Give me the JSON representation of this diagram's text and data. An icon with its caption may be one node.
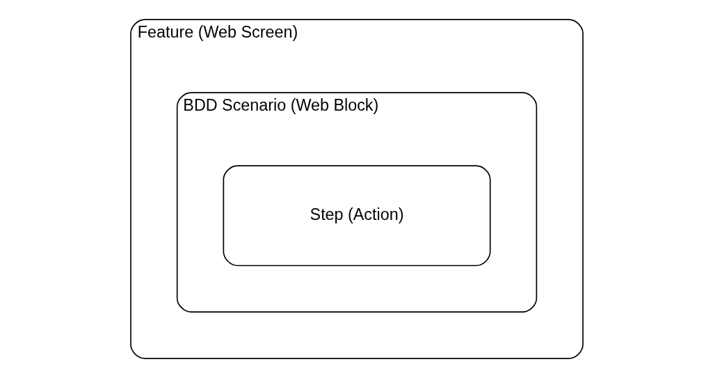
{
  "diagram": {
    "nodes": [
      {
        "text": [
          "Feature (Web Screen)"
        ]
      },
      {
        "text": [
          "BDD Scenario (Web Block)"
        ],
        "in": 0
      },
      {
        "text": [
          "Step (Action)"
        ],
        "in": 1
      }
    ]
  }
}
